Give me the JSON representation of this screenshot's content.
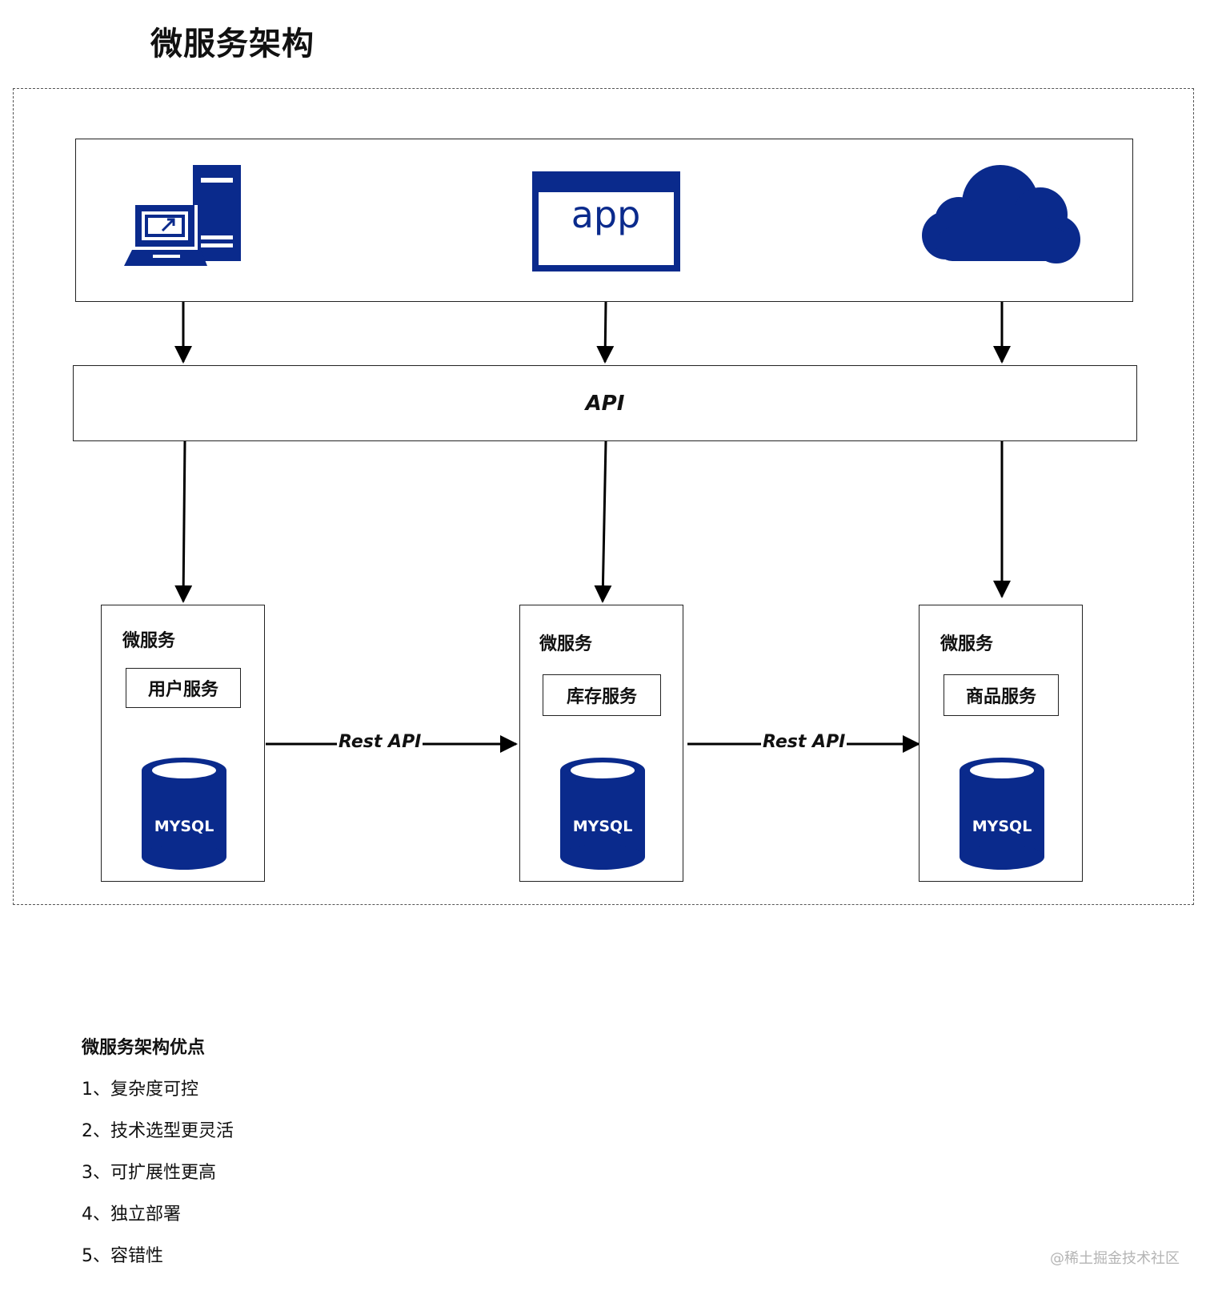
{
  "title": "微服务架构",
  "colors": {
    "brand": "#0a2a8c",
    "line": "#000000",
    "border": "#222222"
  },
  "clients": [
    {
      "icon": "desktop-server-icon"
    },
    {
      "icon": "app-window-icon",
      "label": "app"
    },
    {
      "icon": "cloud-icon"
    }
  ],
  "api_label": "API",
  "services": [
    {
      "title": "微服务",
      "name": "用户服务",
      "db": "MYSQL"
    },
    {
      "title": "微服务",
      "name": "库存服务",
      "db": "MYSQL"
    },
    {
      "title": "微服务",
      "name": "商品服务",
      "db": "MYSQL"
    }
  ],
  "connections": [
    "Rest API",
    "Rest API"
  ],
  "advantages": {
    "title": "微服务架构优点",
    "items": [
      "1、复杂度可控",
      "2、技术选型更灵活",
      "3、可扩展性更高",
      "4、独立部署",
      "5、容错性"
    ]
  },
  "watermark": "@稀土掘金技术社区"
}
